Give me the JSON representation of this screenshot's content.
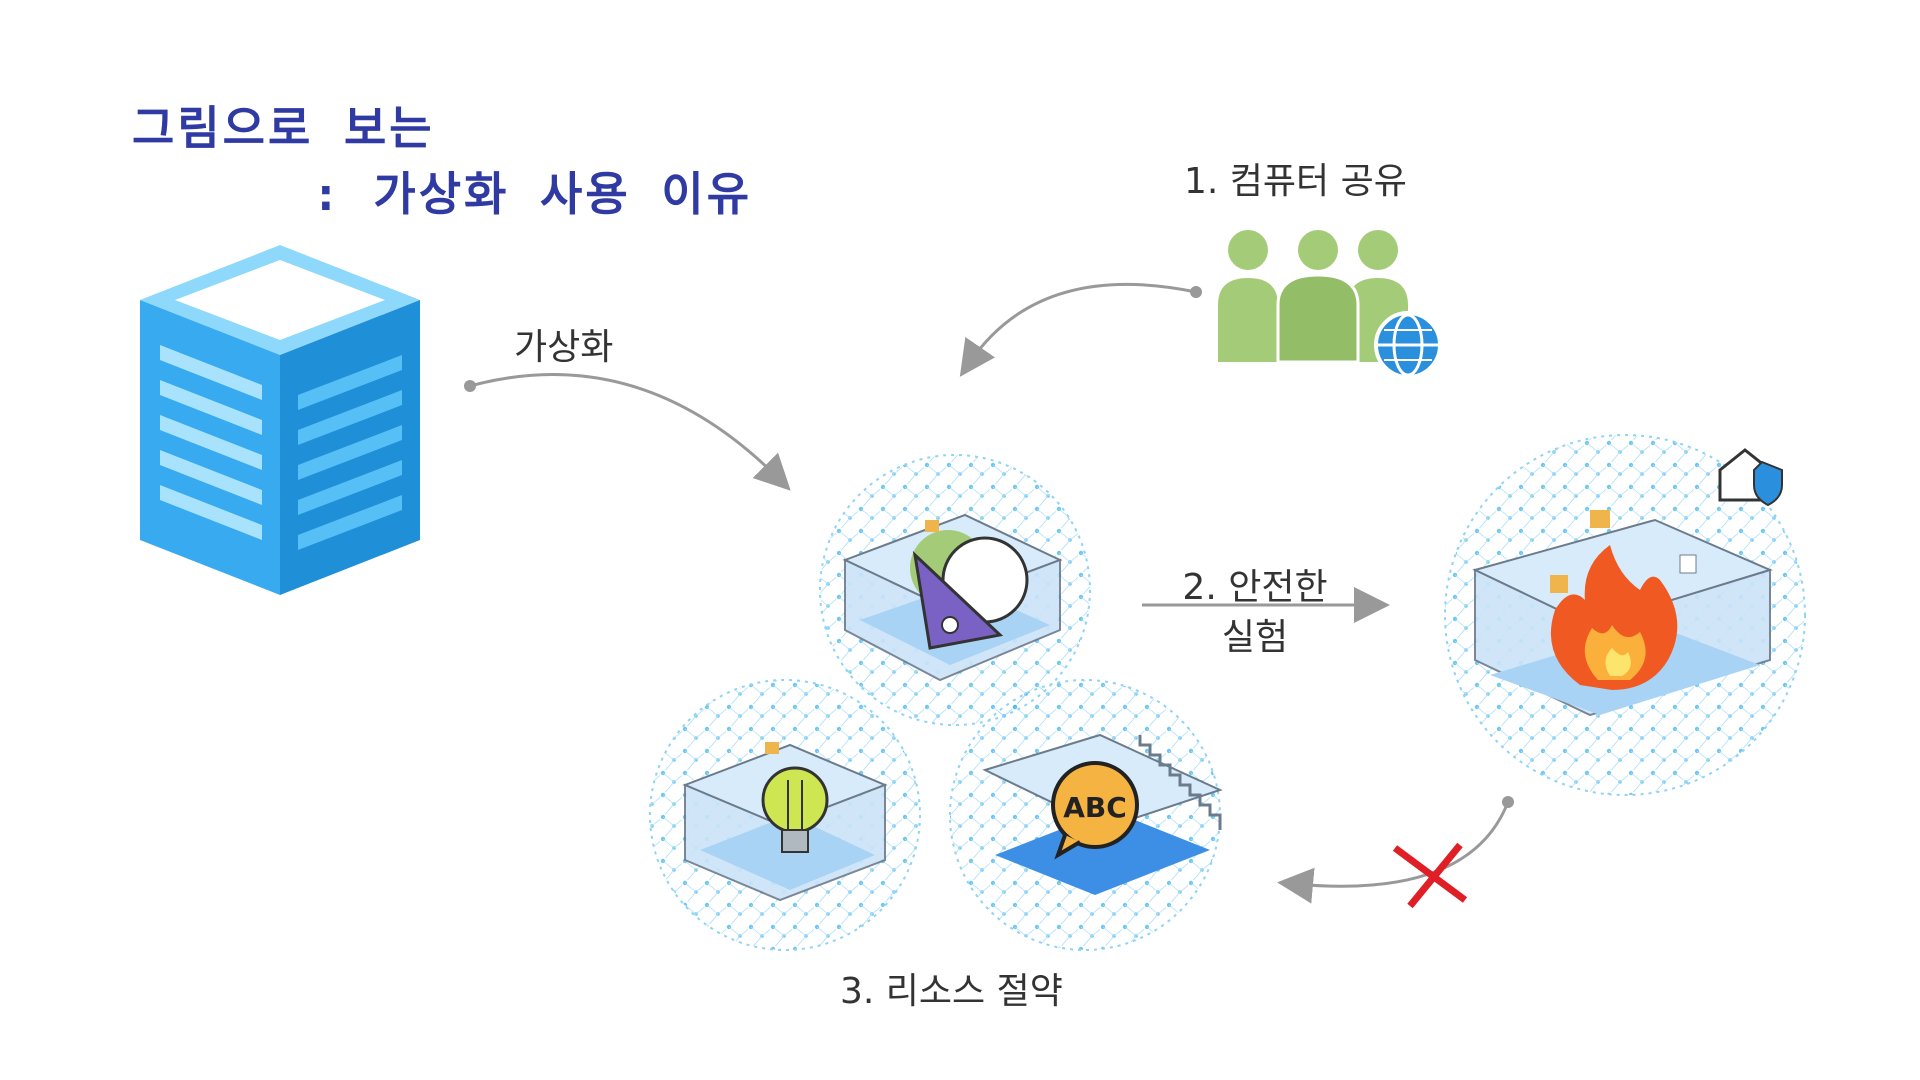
{
  "title": {
    "line1": "그림으로 보는",
    "line2": ": 가상화 사용 이유"
  },
  "labels": {
    "virtualization": "가상화",
    "reason1": "1. 컴퓨터 공유",
    "reason2_line1": "2. 안전한",
    "reason2_line2": "실험",
    "reason3": "3. 리소스 절약",
    "abc": "ABC"
  },
  "colors": {
    "title": "#2f3aa3",
    "server": "#38aaf0",
    "users": "#a4cc78",
    "globe": "#2a8fdc",
    "sphere_network": "#3fb6ee",
    "arrow": "#999999",
    "cross": "#e01e26",
    "fire": "#f05a22"
  }
}
